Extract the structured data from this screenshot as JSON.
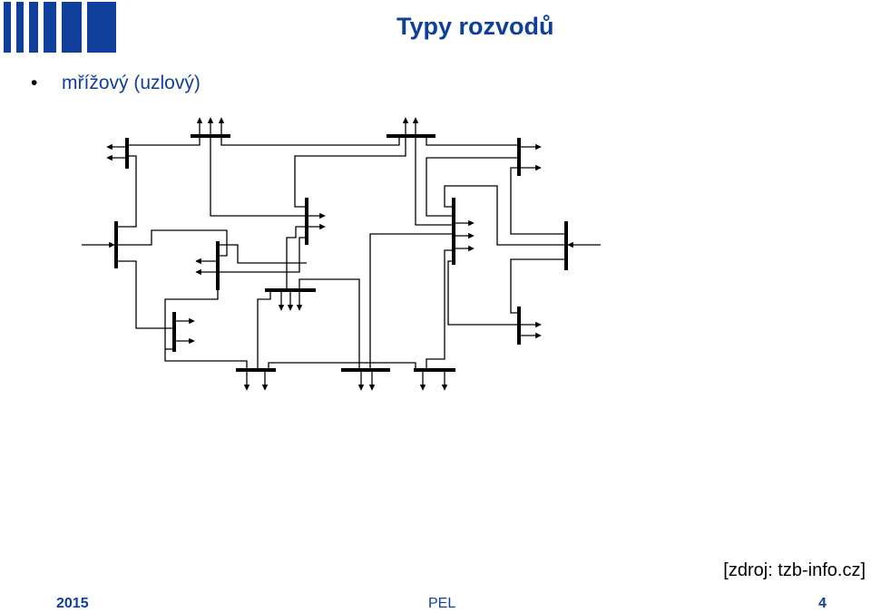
{
  "header": {
    "title": "Typy rozvodů",
    "logo_color": "#0f3f9a"
  },
  "content": {
    "bullets": [
      {
        "text": "mřížový (uzlový)"
      }
    ]
  },
  "source": "[zdroj: tzb-info.cz]",
  "footer": {
    "year": "2015",
    "subject": "PEL",
    "page": "4"
  },
  "colors": {
    "accent": "#0f3f9a",
    "lines": "#000000"
  }
}
